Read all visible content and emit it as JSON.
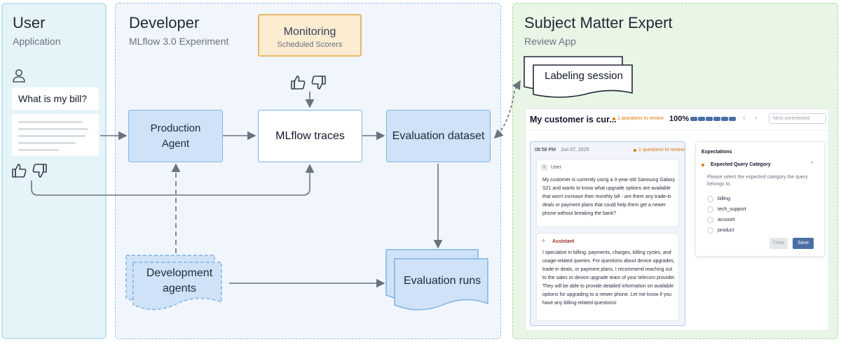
{
  "lanes": {
    "user": {
      "title": "User",
      "subtitle": "Application"
    },
    "developer": {
      "title": "Developer",
      "subtitle": "MLflow 3.0 Experiment"
    },
    "sme": {
      "title": "Subject Matter Expert",
      "subtitle": "Review App"
    }
  },
  "user_chat": {
    "question": "What is my bill?"
  },
  "nodes": {
    "monitoring": {
      "title": "Monitoring",
      "subtitle": "Scheduled Scorers"
    },
    "production_agent": "Production Agent",
    "mlflow_traces": "MLflow traces",
    "evaluation_dataset": "Evaluation dataset",
    "development_agents": "Development agents",
    "evaluation_runs": "Evaluation runs",
    "labeling_session": "Labeling session"
  },
  "review_app": {
    "title": "My customer is cur...",
    "questions_badge": "1 questions to review",
    "progress_label": "100%",
    "progress_value": 1.0,
    "prev_icon": "chevron-left",
    "next_icon": "chevron-right",
    "next_unreviewed": "Next unreviewed",
    "conversation": {
      "timestamp": "08:58 PM",
      "date": "Jun 07, 2025",
      "questions_badge": "1 questions to review",
      "user_label": "User",
      "user_message": "My customer is currently using a 3-year-old Samsung Galaxy S21 and wants to know what upgrade options are available that won't increase their monthly bill - are there any trade-in deals or payment plans that could help them get a newer phone without breaking the bank?",
      "assistant_label": "Assistant",
      "assistant_message": "I specialize in billing, payments, charges, billing cycles, and usage-related queries. For questions about device upgrades, trade-in deals, or payment plans, I recommend reaching out to the sales or device upgrade team of your telecom provider. They will be able to provide detailed information on available options for upgrading to a newer phone. Let me know if you have any billing-related questions!"
    },
    "expectations": {
      "heading": "Expectations",
      "field_label": "Expected Query Category",
      "hint": "Please select the expected category the query belongs to.",
      "options": [
        "billing",
        "tech_support",
        "account",
        "product"
      ],
      "clear_label": "Clear",
      "save_label": "Save"
    }
  },
  "colors": {
    "user_lane": "#e5f4f8",
    "developer_lane": "#f1f6fd",
    "sme_lane": "#e9f6e6",
    "blue_box": "#cfe2f7",
    "monitor_box": "#fbecd2",
    "accent": "#4a6fa5"
  }
}
